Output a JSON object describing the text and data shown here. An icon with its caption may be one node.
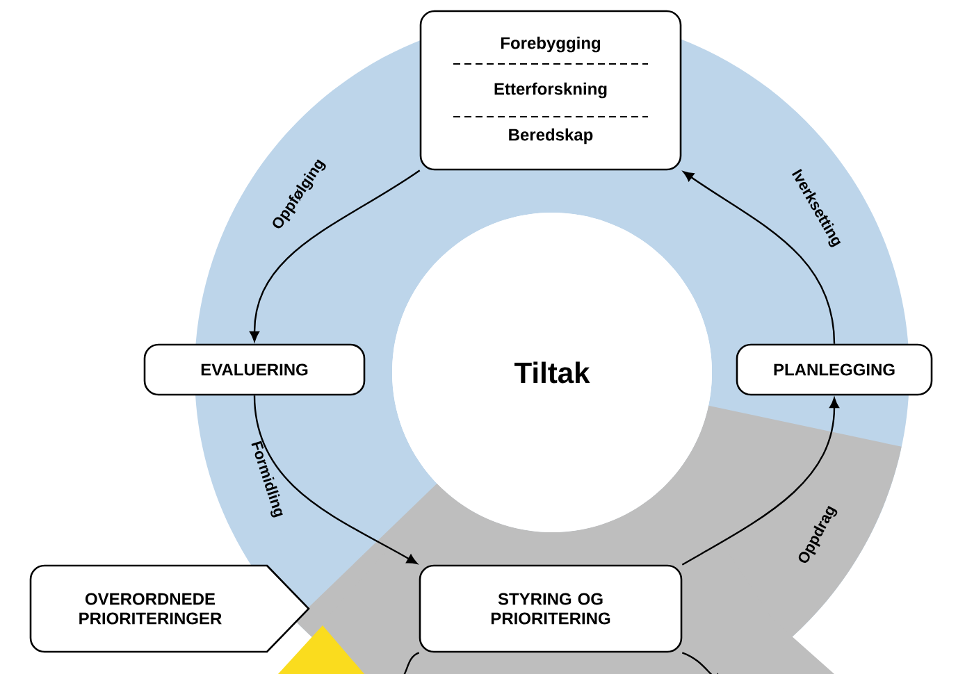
{
  "diagram": {
    "nodes": [
      {
        "text": [
          "Forebygging",
          "Etterforskning",
          "Beredskap"
        ]
      },
      {
        "text": [
          "Tiltak"
        ]
      },
      {
        "text": [
          "EVALUERING"
        ]
      },
      {
        "text": [
          "PLANLEGGING"
        ]
      },
      {
        "text": [
          "OVERORDNEDE PRIORITERINGER"
        ]
      },
      {
        "text": [
          "STYRING OG PRIORITERING"
        ]
      }
    ],
    "edges": [
      {
        "from": 0,
        "to": 2,
        "arrow": "to",
        "label": "Oppfølging"
      },
      {
        "from": 2,
        "to": 5,
        "arrow": "to",
        "label": "Formidling"
      },
      {
        "from": 5,
        "to": 3,
        "arrow": "to",
        "label": "Oppdrag"
      },
      {
        "from": 3,
        "to": 0,
        "arrow": "to",
        "label": "Iverksetting"
      },
      {
        "from": 5,
        "to": null,
        "arrow": "to"
      },
      {
        "from": null,
        "to": 5,
        "arrow": "none"
      }
    ]
  }
}
